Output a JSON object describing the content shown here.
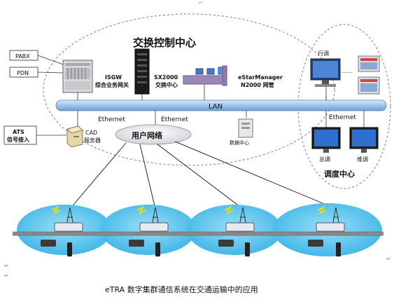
{
  "control_center": {
    "title": "交换控制中心",
    "pabx": "PABX",
    "pdn": "PDN",
    "isgw_line1": "ISGW",
    "isgw_line2": "综合业务网关",
    "sx_line1": "SX2000",
    "sx_line2": "交换中心",
    "esm_line1": "eStarManager",
    "esm_line2": "N2000 网管"
  },
  "lan": {
    "label": "LAN"
  },
  "ethernet_labels": [
    "Ethernet",
    "Ethernet",
    "Ethernet"
  ],
  "ats": {
    "line1": "ATS",
    "line2": "信号接入"
  },
  "cad": {
    "line1": "CAD",
    "line2": "服务器"
  },
  "user_network": {
    "label": "用户网络"
  },
  "data_center": {
    "label": "数据中心"
  },
  "dispatch": {
    "title": "调度中心",
    "xingdiao": "行调",
    "zongdiao": "总调",
    "weidiao": "维调",
    "dots": "……"
  },
  "caption": {
    "text": "eTRA 数字集群通信系统在交通运输中的应用"
  },
  "colors": {
    "lan": "#9fc3e6",
    "coverage": "#5fc4ec",
    "track": "#8a8a8a",
    "accent": "#e8e000"
  }
}
